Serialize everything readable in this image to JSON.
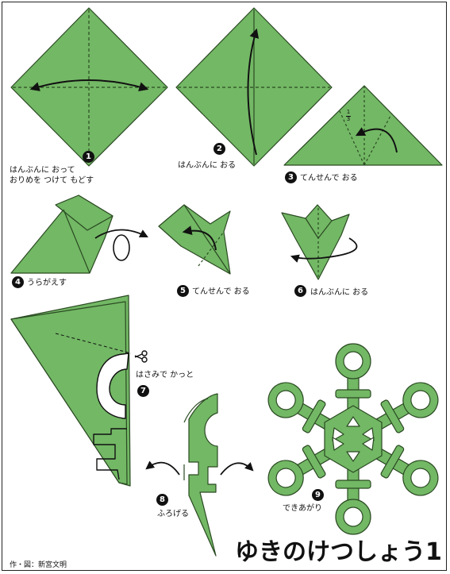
{
  "title": "ゆきのけつしょう1",
  "credit": "作・図：新宮文明",
  "colors": {
    "paper": "#73b865",
    "paper_edge": "#2a4a22",
    "line": "#111111",
    "background": "#ffffff"
  },
  "steps": [
    {
      "number": "1",
      "lines": [
        "はんぶんに おって",
        "おりめを つけて もどす"
      ]
    },
    {
      "number": "2",
      "lines": [
        "はんぶんに おる"
      ]
    },
    {
      "number": "3",
      "lines": [
        "てんせんで おる"
      ]
    },
    {
      "number": "4",
      "lines": [
        "うらがえす"
      ]
    },
    {
      "number": "5",
      "lines": [
        "てんせんで おる"
      ]
    },
    {
      "number": "6",
      "lines": [
        "はんぶんに おる"
      ]
    },
    {
      "number": "7",
      "lines": [
        "はさみで かっと"
      ]
    },
    {
      "number": "8",
      "lines": [
        "ふろげる"
      ]
    },
    {
      "number": "9",
      "lines": [
        "できあがり"
      ]
    }
  ],
  "fraction_label": {
    "numerator": "1",
    "denominator": "3"
  },
  "icons": {
    "scissors": "scissors-icon"
  }
}
